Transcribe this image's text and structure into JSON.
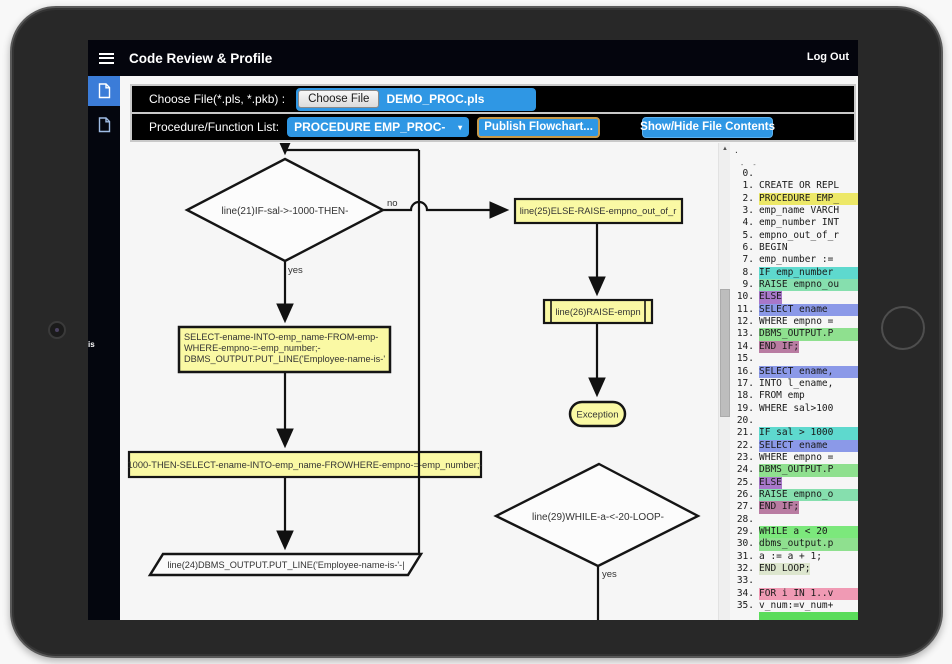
{
  "app_bar": {
    "title": "Code Review & Profile",
    "logout": "Log Out"
  },
  "sidebar": {
    "items": [
      {
        "id": "file-tab-1",
        "selected": true
      },
      {
        "id": "file-tab-2",
        "selected": false
      }
    ],
    "clipped_label": "is"
  },
  "toolbar": {
    "row1": {
      "label": "Choose File(*.pls, *.pkb) :",
      "choose_file_button": "Choose File",
      "filename": "DEMO_PROC.pls"
    },
    "row2": {
      "label": "Procedure/Function List:",
      "dropdown_value": "PROCEDURE EMP_PROC-",
      "dropdown_caret": "▾",
      "publish_button": "Publish Flowchart...",
      "toggle_button": "Show/Hide File Contents"
    }
  },
  "flowchart": {
    "diamond_if_sal": "line(21)IF-sal->-1000-THEN-",
    "edge_no": "no",
    "edge_yes_1": "yes",
    "box_else_raise": "line(25)ELSE-RAISE-empno_out_of_r",
    "box_raise": "line(26)RAISE-empn",
    "oval_exception": "Exception",
    "box_select_line1": "SELECT-ename-INTO-emp_name-FROM-emp-",
    "box_select_line2": "WHERE-empno-=-emp_number;-",
    "box_select_line3": "DBMS_OUTPUT.PUT_LINE('Employee-name-is-'",
    "box_wide": "1000-THEN-SELECT-ename-INTO-emp_name-FROWHERE-empno-=-emp_number;-",
    "parallelogram_output": "line(24)DBMS_OUTPUT.PUT_LINE('Employee-name-is-'-|",
    "diamond_while": "line(29)WHILE-a-<-20-LOOP-",
    "edge_yes_2": "yes"
  },
  "code_panel": {
    "artifact_dot": ".",
    "artifact_dashes": "- -",
    "highlight_colors": {
      "yellow": "#EDE868",
      "cyan": "#5ED9CE",
      "tealgreen": "#86DFAE",
      "purple": "#A878CA",
      "periwinkle": "#8B99E8",
      "green": "#8FE08F",
      "mauve": "#B97CA2",
      "brightgreen": "#7CE87C",
      "sage": "#DDE6CE",
      "pink": "#F09AB4",
      "bottomgreen": "#5ADC5A"
    },
    "lines": [
      {
        "num": "0",
        "text": "",
        "hl": null,
        "full": false
      },
      {
        "num": "1",
        "text": "CREATE OR REPL",
        "hl": null,
        "full": false
      },
      {
        "num": "2",
        "text": "PROCEDURE EMP_",
        "hl": "yellow",
        "full": true
      },
      {
        "num": "3",
        "text": "emp_name VARCH",
        "hl": null,
        "full": false
      },
      {
        "num": "4",
        "text": "emp_number INT",
        "hl": null,
        "full": false
      },
      {
        "num": "5",
        "text": "empno_out_of_r",
        "hl": null,
        "full": false
      },
      {
        "num": "6",
        "text": "BEGIN",
        "hl": null,
        "full": false
      },
      {
        "num": "7",
        "text": "emp_number :=",
        "hl": null,
        "full": false
      },
      {
        "num": "8",
        "text": "IF emp_number ",
        "hl": "cyan",
        "full": true
      },
      {
        "num": "9",
        "text": "RAISE empno_ou",
        "hl": "tealgreen",
        "full": true
      },
      {
        "num": "10",
        "text": "ELSE",
        "hl": "purple",
        "full": false
      },
      {
        "num": "11",
        "text": "SELECT ename ",
        "hl": "periwinkle",
        "full": true
      },
      {
        "num": "12",
        "text": "WHERE empno =",
        "hl": null,
        "full": false
      },
      {
        "num": "13",
        "text": "DBMS_OUTPUT.P",
        "hl": "green",
        "full": true
      },
      {
        "num": "14",
        "text": "END IF;",
        "hl": "mauve",
        "full": false
      },
      {
        "num": "15",
        "text": "",
        "hl": null,
        "full": false
      },
      {
        "num": "16",
        "text": "SELECT ename,",
        "hl": "periwinkle",
        "full": true
      },
      {
        "num": "17",
        "text": "INTO l_ename,",
        "hl": null,
        "full": false
      },
      {
        "num": "18",
        "text": "FROM emp",
        "hl": null,
        "full": false
      },
      {
        "num": "19",
        "text": "WHERE sal>100",
        "hl": null,
        "full": false
      },
      {
        "num": "20",
        "text": "",
        "hl": null,
        "full": false
      },
      {
        "num": "21",
        "text": "IF sal > 1000",
        "hl": "cyan",
        "full": true
      },
      {
        "num": "22",
        "text": "SELECT ename ",
        "hl": "periwinkle",
        "full": true
      },
      {
        "num": "23",
        "text": "WHERE empno =",
        "hl": null,
        "full": false
      },
      {
        "num": "24",
        "text": "DBMS_OUTPUT.P",
        "hl": "green",
        "full": true
      },
      {
        "num": "25",
        "text": "ELSE",
        "hl": "purple",
        "full": false
      },
      {
        "num": "26",
        "text": "RAISE empno_o",
        "hl": "tealgreen",
        "full": true
      },
      {
        "num": "27",
        "text": "END IF;",
        "hl": "mauve",
        "full": false
      },
      {
        "num": "28",
        "text": "",
        "hl": null,
        "full": false
      },
      {
        "num": "29",
        "text": "WHILE a < 20 ",
        "hl": "brightgreen",
        "full": true
      },
      {
        "num": "30",
        "text": "dbms_output.p",
        "hl": "green",
        "full": true
      },
      {
        "num": "31",
        "text": "a := a + 1;",
        "hl": null,
        "full": false
      },
      {
        "num": "32",
        "text": "END LOOP;",
        "hl": "sage",
        "full": false
      },
      {
        "num": "33",
        "text": "",
        "hl": null,
        "full": false
      },
      {
        "num": "34",
        "text": "FOR i IN 1..v",
        "hl": "pink",
        "full": true
      },
      {
        "num": "35",
        "text": "v_num:=v_num+",
        "hl": null,
        "full": false
      },
      {
        "num": "",
        "text": "",
        "hl": "bottomgreen",
        "full": true
      }
    ]
  },
  "colors": {
    "accent_blue": "#2F97E4",
    "sidebar_selected_blue": "#3B7CD8",
    "node_yellow": "#FAF9A4",
    "publish_border_orange": "#C79A4B",
    "appbar_black": "#04050D"
  }
}
